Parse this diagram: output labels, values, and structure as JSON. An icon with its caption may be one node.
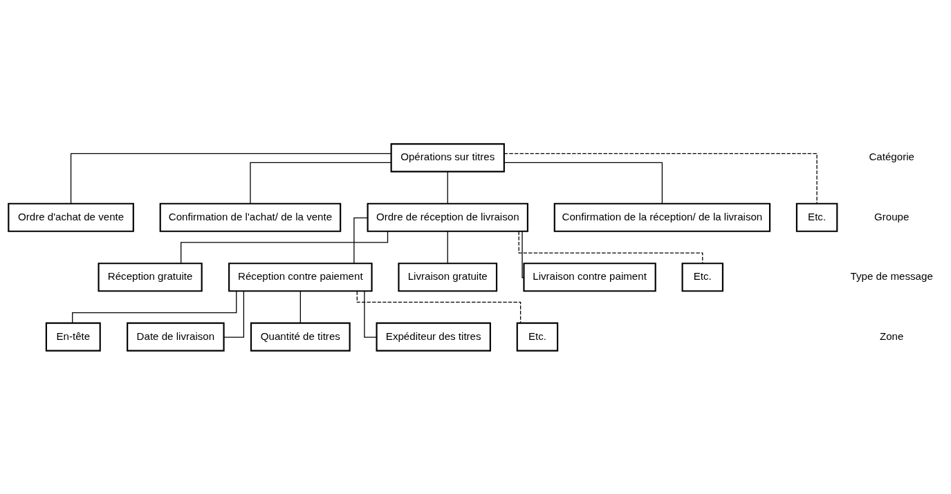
{
  "diagram": {
    "nodes": [
      {
        "text": [
          "Opérations sur titres"
        ]
      },
      {
        "text": [
          "Ordre d'achat de vente"
        ]
      },
      {
        "text": [
          "Confirmation de l'achat/ de la vente"
        ]
      },
      {
        "text": [
          "Ordre de réception de livraison"
        ]
      },
      {
        "text": [
          "Confirmation de la réception/ de la livraison"
        ]
      },
      {
        "text": [
          "Etc."
        ]
      },
      {
        "text": [
          "Réception gratuite"
        ]
      },
      {
        "text": [
          "Réception contre paiement"
        ]
      },
      {
        "text": [
          "Livraison gratuite"
        ]
      },
      {
        "text": [
          "Livraison contre paiment"
        ]
      },
      {
        "text": [
          "Etc."
        ]
      },
      {
        "text": [
          "En-tête"
        ]
      },
      {
        "text": [
          "Date de livraison"
        ]
      },
      {
        "text": [
          "Quantité de titres"
        ]
      },
      {
        "text": [
          "Expéditeur des titres"
        ]
      },
      {
        "text": [
          "Etc."
        ]
      }
    ],
    "edges": [
      {
        "from": 0,
        "to": 1,
        "arrow": "none"
      },
      {
        "from": 0,
        "to": 2,
        "arrow": "none"
      },
      {
        "from": 0,
        "to": 3,
        "arrow": "none"
      },
      {
        "from": 0,
        "to": 4,
        "arrow": "none"
      },
      {
        "from": 0,
        "to": 5,
        "arrow": "none",
        "style": "dashed"
      },
      {
        "from": 3,
        "to": 6,
        "arrow": "none"
      },
      {
        "from": 3,
        "to": 7,
        "arrow": "none"
      },
      {
        "from": 3,
        "to": 8,
        "arrow": "none"
      },
      {
        "from": 3,
        "to": 9,
        "arrow": "none"
      },
      {
        "from": 3,
        "to": 10,
        "arrow": "none",
        "style": "dashed"
      },
      {
        "from": 7,
        "to": 11,
        "arrow": "none"
      },
      {
        "from": 7,
        "to": 12,
        "arrow": "none"
      },
      {
        "from": 7,
        "to": 13,
        "arrow": "none"
      },
      {
        "from": 7,
        "to": 14,
        "arrow": "none"
      },
      {
        "from": 7,
        "to": 15,
        "arrow": "none",
        "style": "dashed"
      }
    ],
    "labels": [
      "Catégorie",
      "Groupe",
      "Type de message",
      "Zone"
    ]
  }
}
